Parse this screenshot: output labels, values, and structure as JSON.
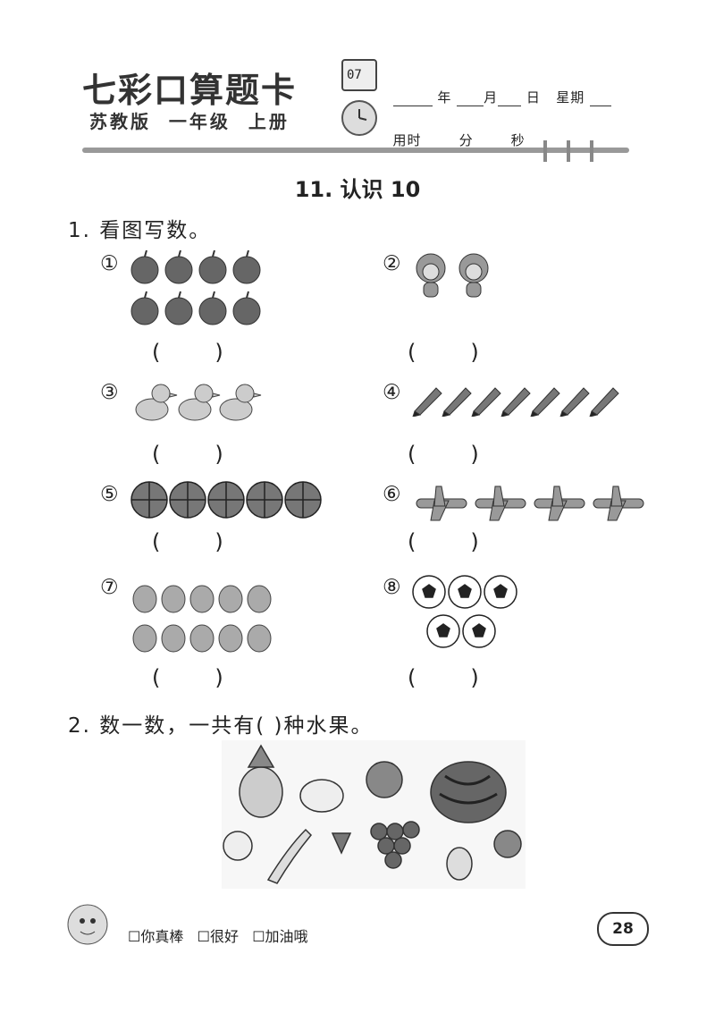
{
  "header": {
    "brand": "七彩口算题卡",
    "edition": "苏教版  一年级  上册",
    "calendar_day": "07",
    "date_year": "年",
    "date_month": "月",
    "date_day": "日",
    "date_weekday": "星期",
    "time_label": "用时",
    "time_min": "分",
    "time_sec": "秒"
  },
  "lesson_title": "11. 认识 10",
  "q1": {
    "heading": "1. 看图写数。",
    "items": [
      {
        "num": "①",
        "answer": "(        )",
        "icon": "apple-icon",
        "count": 8
      },
      {
        "num": "②",
        "answer": "(        )",
        "icon": "monkey-icon",
        "count": 2
      },
      {
        "num": "③",
        "answer": "(        )",
        "icon": "bird-icon",
        "count": 3
      },
      {
        "num": "④",
        "answer": "(        )",
        "icon": "pencil-icon",
        "count": 7
      },
      {
        "num": "⑤",
        "answer": "(        )",
        "icon": "basketball-icon",
        "count": 5
      },
      {
        "num": "⑥",
        "answer": "(        )",
        "icon": "airplane-icon",
        "count": 4
      },
      {
        "num": "⑦",
        "answer": "(        )",
        "icon": "pear-icon",
        "count": 10
      },
      {
        "num": "⑧",
        "answer": "(        )",
        "icon": "soccer-ball-icon",
        "count": 5
      }
    ]
  },
  "q2": {
    "heading": "2. 数一数，一共有(        )种水果。",
    "fruits": [
      "pineapple-icon",
      "lemon-icon",
      "orange-icon",
      "watermelon-icon",
      "peach-icon",
      "banana-icon",
      "strawberry-icon",
      "grapes-icon",
      "pear-icon",
      "apple-icon"
    ]
  },
  "footer": {
    "options": "☐你真棒   ☐很好   ☐加油哦",
    "page_number": "28"
  }
}
